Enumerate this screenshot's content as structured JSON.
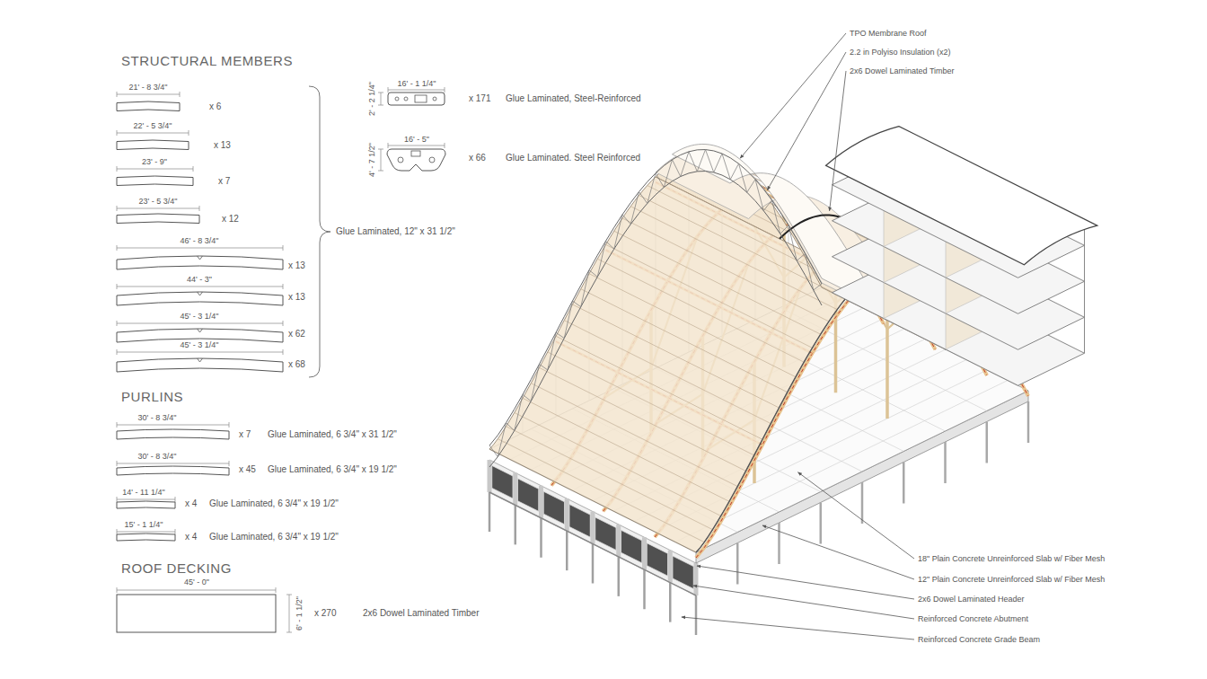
{
  "diagram": {
    "labels": [
      "STRUCTURAL MEMBERS",
      "21' - 8 3/4\"",
      "x 6",
      "22' - 5 3/4\"",
      "x 13",
      "23' - 9\"",
      "x 7",
      "23' - 5 3/4\"",
      "x 12",
      "46' - 8 3/4\"",
      "x 13",
      "44' - 3\"",
      "x 13",
      "45' - 3 1/4\"",
      "x 62",
      "45' - 3 1/4\"",
      "x 68",
      "Glue Laminated, 12\" x 31 1/2\"",
      "16' - 1 1/4\"",
      "2' - 2 1/4\"",
      "x 171",
      "Glue Laminated, Steel-Reinforced",
      "16' - 5\"",
      "4' - 7 1/2\"",
      "x 66",
      "Glue Laminated. Steel Reinforced",
      "PURLINS",
      "30' - 8 3/4\"",
      "x 7",
      "Glue Laminated, 6 3/4\" x 31 1/2\"",
      "30' - 8 3/4\"",
      "x 45",
      "Glue Laminated, 6 3/4\" x 19 1/2\"",
      "14' - 11 1/4\"",
      "x 4",
      "Glue Laminated, 6 3/4\" x 19 1/2\"",
      "15' - 1 1/4\"",
      "x 4",
      "Glue Laminated, 6 3/4\" x 19 1/2\"",
      "ROOF DECKING",
      "45' - 0\"",
      "6' - 1 1/2\"",
      "x 270",
      "2x6 Dowel Laminated Timber",
      "TPO Membrane Roof",
      "2.2 in Polyiso Insulation (x2)",
      "2x6 Dowel Laminated Timber",
      "18\" Plain Concrete Unreinforced Slab w/ Fiber Mesh",
      "12\" Plain Concrete Unreinforced Slab w/ Fiber Mesh",
      "2x6 Dowel Laminated Header",
      "Reinforced Concrete Abutment",
      "Reinforced Concrete Grade Beam"
    ]
  }
}
